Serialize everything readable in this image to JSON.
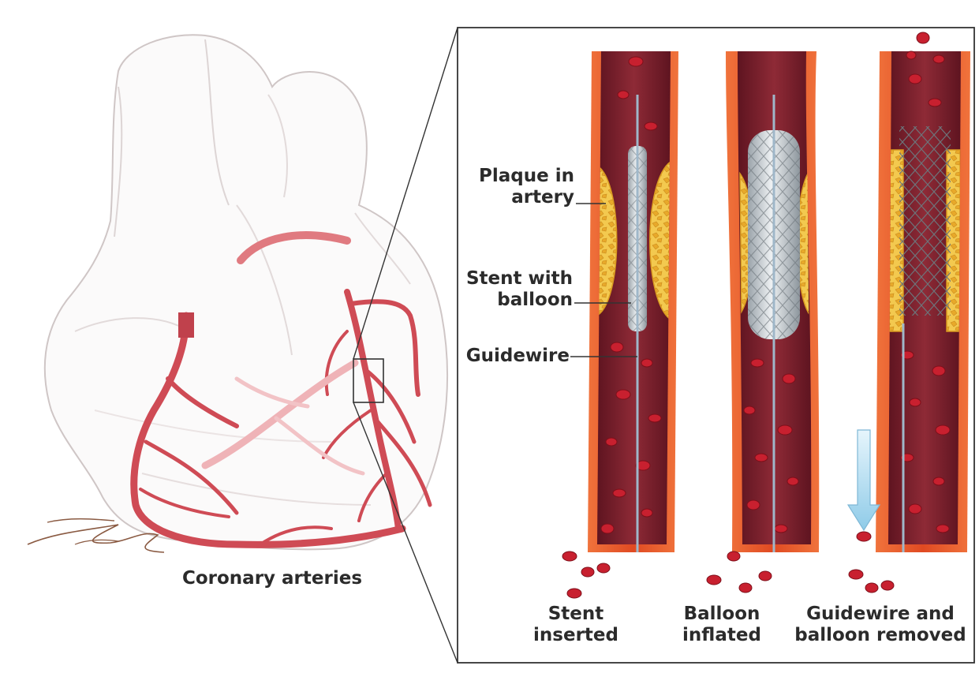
{
  "heart": {
    "caption": "Coronary arteries"
  },
  "callouts": {
    "plaque": [
      "Plaque in",
      "artery"
    ],
    "stent": [
      "Stent with",
      "balloon"
    ],
    "guidewire": [
      "Guidewire"
    ]
  },
  "steps": [
    {
      "lines": [
        "Stent",
        "inserted"
      ]
    },
    {
      "lines": [
        "Balloon",
        "inflated"
      ]
    },
    {
      "lines": [
        "Guidewire and",
        "balloon removed"
      ]
    }
  ],
  "colors": {
    "artery_wall": "#e85a2c",
    "artery_lumen": "#7a1f2a",
    "blood_cell": "#c8202f",
    "plaque": "#f2c64d",
    "coronary_vessel": "#d9505a",
    "guidewire": "#9fb7c9",
    "arrow": "#bfe3f5",
    "frame": "#333333"
  },
  "icons": [
    "heart-illustration",
    "artery-cross-section",
    "stent-mesh",
    "balloon",
    "direction-arrow",
    "artist-signature"
  ]
}
